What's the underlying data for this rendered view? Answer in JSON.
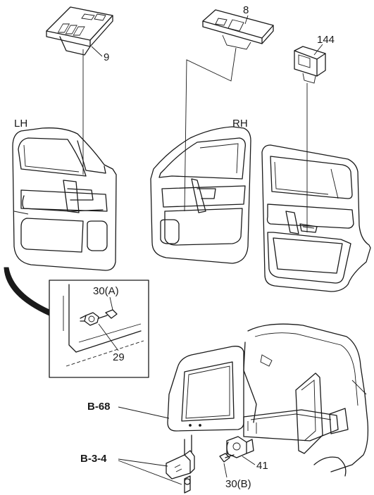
{
  "labels": {
    "part_9": "9",
    "part_8": "8",
    "part_144": "144",
    "side_lh": "LH",
    "side_rh": "RH",
    "part_30a": "30(A)",
    "part_29": "29",
    "ref_b68": "B-68",
    "ref_b34": "B-3-4",
    "part_41": "41",
    "part_30b": "30(B)"
  },
  "colors": {
    "ink": "#1a1a1a",
    "background": "#ffffff"
  }
}
